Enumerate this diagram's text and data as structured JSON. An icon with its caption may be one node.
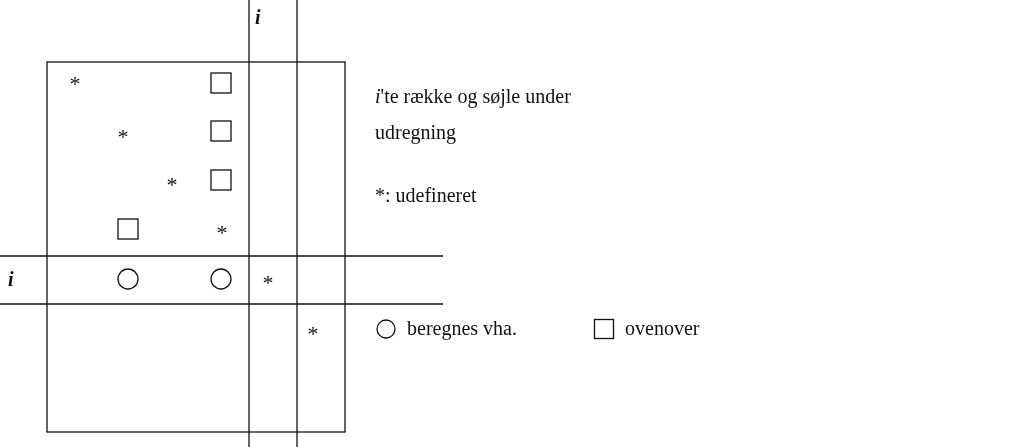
{
  "diagram": {
    "labels": [
      "i",
      "*",
      "*",
      "*",
      "*",
      "i",
      "*",
      "*",
      "*i*'te række og søjle under udregning",
      "*: udefineret"
    ],
    "legend": [
      {
        "text": "beregnes vha."
      },
      {
        "text": "ovenover"
      }
    ]
  }
}
